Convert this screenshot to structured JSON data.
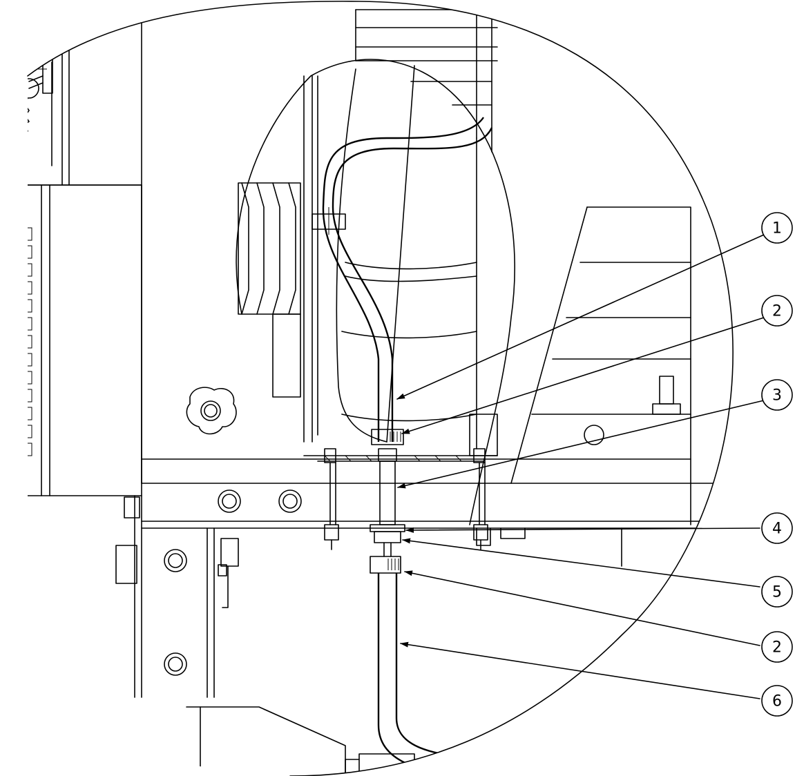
{
  "callouts": [
    {
      "label": "1"
    },
    {
      "label": "2"
    },
    {
      "label": "3"
    },
    {
      "label": "4"
    },
    {
      "label": "5"
    },
    {
      "label": "2"
    },
    {
      "label": "6"
    }
  ],
  "colors": {
    "line": "#000000",
    "background": "#ffffff"
  }
}
